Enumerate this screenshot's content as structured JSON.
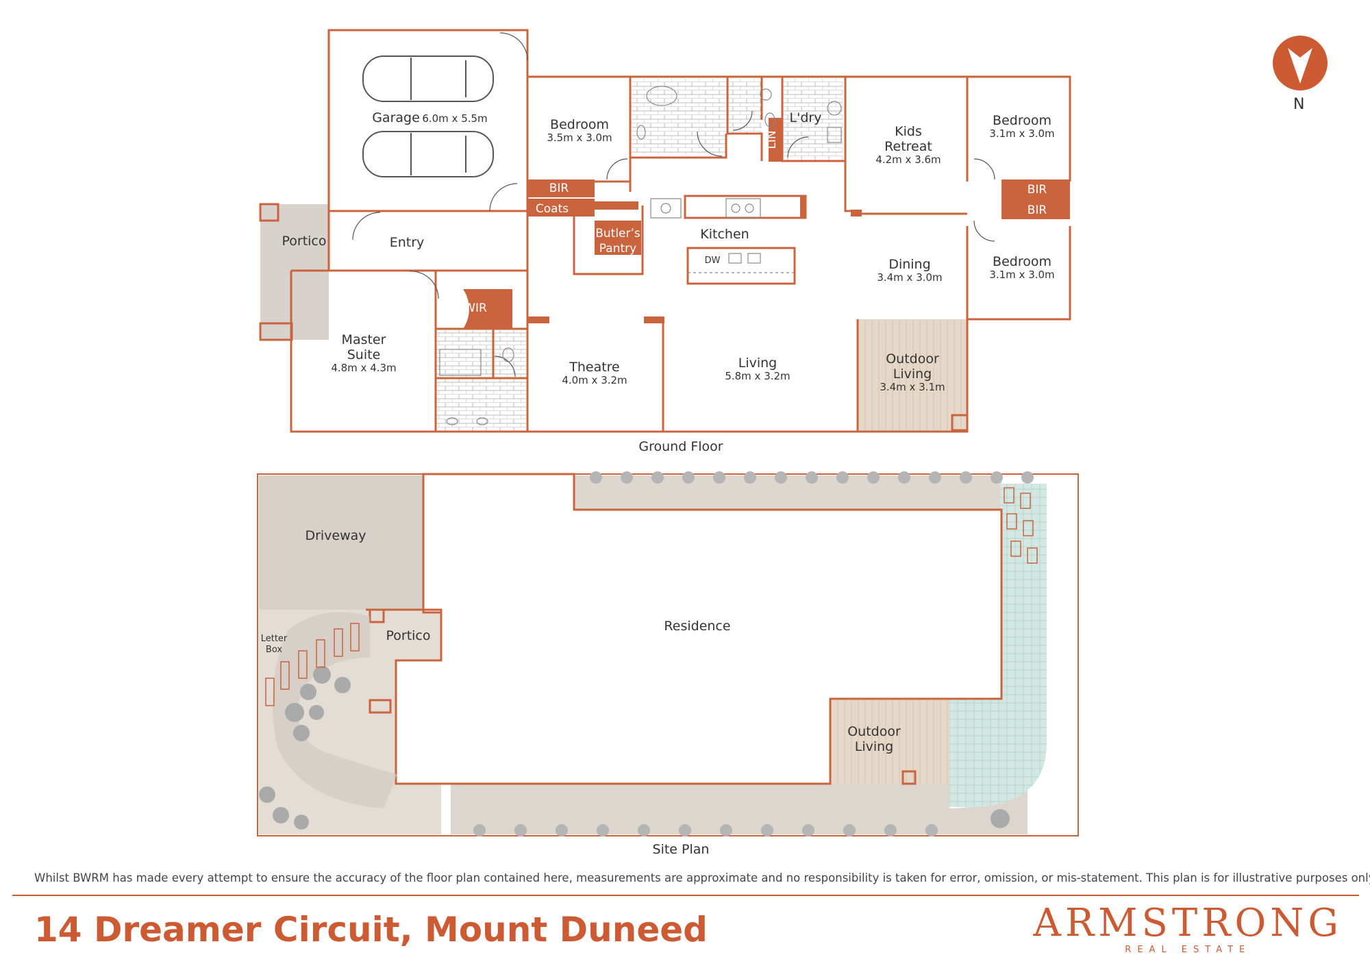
{
  "rooms": {
    "garage": {
      "name": "Garage",
      "size": "6.0m x 5.5m"
    },
    "bedroom_front": {
      "name": "Bedroom",
      "size": "3.5m x 3.0m"
    },
    "laundry": {
      "name": "L'dry"
    },
    "linen": {
      "name": "LIN"
    },
    "kids_retreat": {
      "name_line1": "Kids",
      "name_line2": "Retreat",
      "size": "4.2m x 3.6m"
    },
    "bedroom_ne": {
      "name": "Bedroom",
      "size": "3.1m x 3.0m"
    },
    "bedroom_e": {
      "name": "Bedroom",
      "size": "3.1m x 3.0m"
    },
    "bir_front": {
      "name": "BIR"
    },
    "coats": {
      "name": "Coats"
    },
    "bir_e1": {
      "name": "BIR"
    },
    "bir_e2": {
      "name": "BIR"
    },
    "portico": {
      "name": "Portico"
    },
    "entry": {
      "name": "Entry"
    },
    "butlers": {
      "name_line1": "Butler’s",
      "name_line2": "Pantry"
    },
    "kitchen": {
      "name": "Kitchen",
      "dw": "DW"
    },
    "dining": {
      "name": "Dining",
      "size": "3.4m x 3.0m"
    },
    "wir": {
      "name": "WIR"
    },
    "master": {
      "name_line1": "Master",
      "name_line2": "Suite",
      "size": "4.8m x 4.3m"
    },
    "theatre": {
      "name": "Theatre",
      "size": "4.0m x 3.2m"
    },
    "living": {
      "name": "Living",
      "size": "5.8m x 3.2m"
    },
    "outdoor": {
      "name_line1": "Outdoor",
      "name_line2": "Living",
      "size": "3.4m x 3.1m"
    }
  },
  "labels": {
    "ground_floor": "Ground Floor",
    "site_plan": "Site Plan",
    "north": "N"
  },
  "site": {
    "driveway": "Driveway",
    "letter_box_line1": "Letter",
    "letter_box_line2": "Box",
    "portico": "Portico",
    "residence": "Residence",
    "outdoor_line1": "Outdoor",
    "outdoor_line2": "Living"
  },
  "footer": {
    "disclaimer": "Whilst BWRM  has made every attempt to ensure the accuracy of the floor plan contained here, measurements are approximate and no responsibility is taken for error, omission, or mis-statement. This plan is for illustrative purposes only.",
    "address": "14 Dreamer Circuit, Mount Duneed",
    "brand": "ARMSTRONG",
    "brand_sub": "REAL ESTATE"
  },
  "colors": {
    "accent": "#cc5a32",
    "wall": "#c9643e",
    "paving": "#dcd7d0",
    "deck": "#e4d6c6",
    "grass": "#cfe4df"
  }
}
